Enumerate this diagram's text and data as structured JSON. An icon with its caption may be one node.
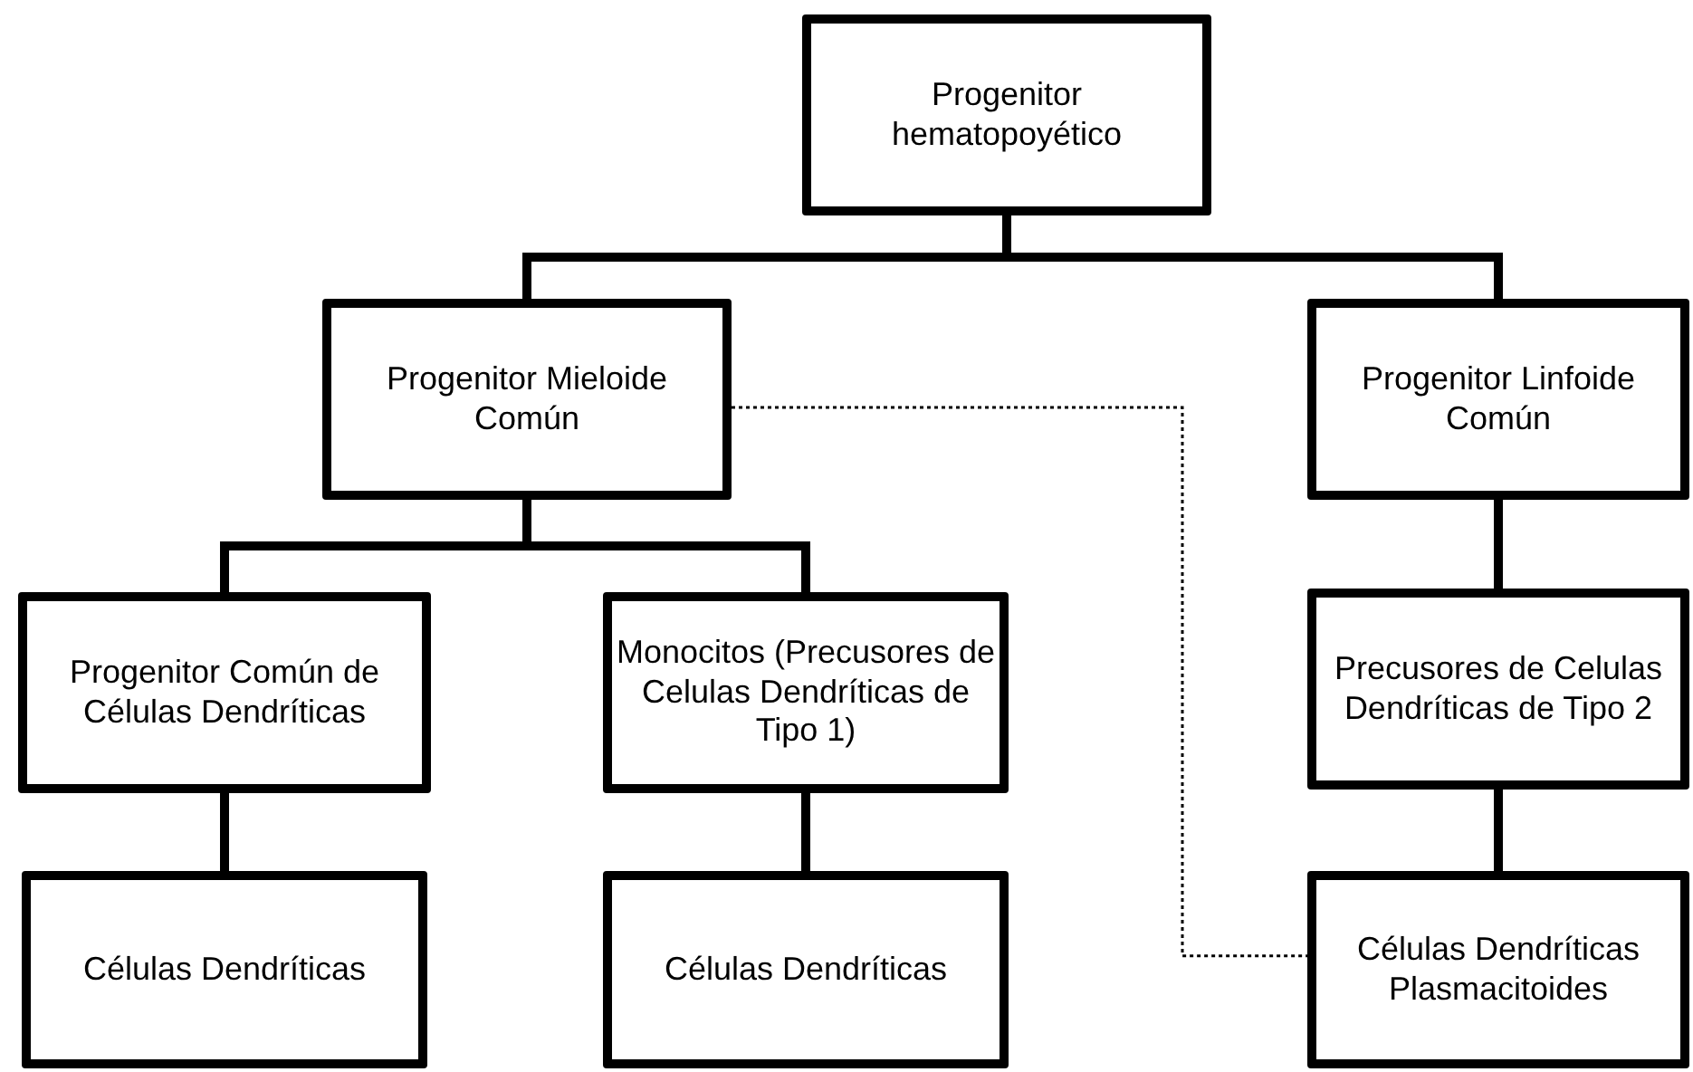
{
  "diagram": {
    "nodes": [
      {
        "text": [
          "Progenitor hematopoyético"
        ]
      },
      {
        "text": [
          "Progenitor Mieloide Común"
        ]
      },
      {
        "text": [
          "Progenitor Linfoide Común"
        ]
      },
      {
        "text": [
          "Progenitor Común de Células Dendríticas"
        ]
      },
      {
        "text": [
          "Monocitos (Precusores de Celulas Dendríticas de Tipo 1)"
        ]
      },
      {
        "text": [
          "Precusores de Celulas Dendríticas de Tipo 2"
        ]
      },
      {
        "text": [
          "Células Dendríticas"
        ]
      },
      {
        "text": [
          "Células Dendríticas"
        ]
      },
      {
        "text": [
          "Células Dendríticas Plasmacitoides"
        ]
      }
    ],
    "edges": [
      {
        "from": 0,
        "to": 1,
        "arrow": "none"
      },
      {
        "from": 0,
        "to": 2,
        "arrow": "none"
      },
      {
        "from": 1,
        "to": 3,
        "arrow": "none"
      },
      {
        "from": 1,
        "to": 4,
        "arrow": "none"
      },
      {
        "from": 2,
        "to": 5,
        "arrow": "none"
      },
      {
        "from": 3,
        "to": 6,
        "arrow": "none"
      },
      {
        "from": 4,
        "to": 7,
        "arrow": "none"
      },
      {
        "from": 5,
        "to": 8,
        "arrow": "none"
      },
      {
        "from": 1,
        "to": 8,
        "arrow": "none",
        "style": "dashed"
      }
    ]
  }
}
